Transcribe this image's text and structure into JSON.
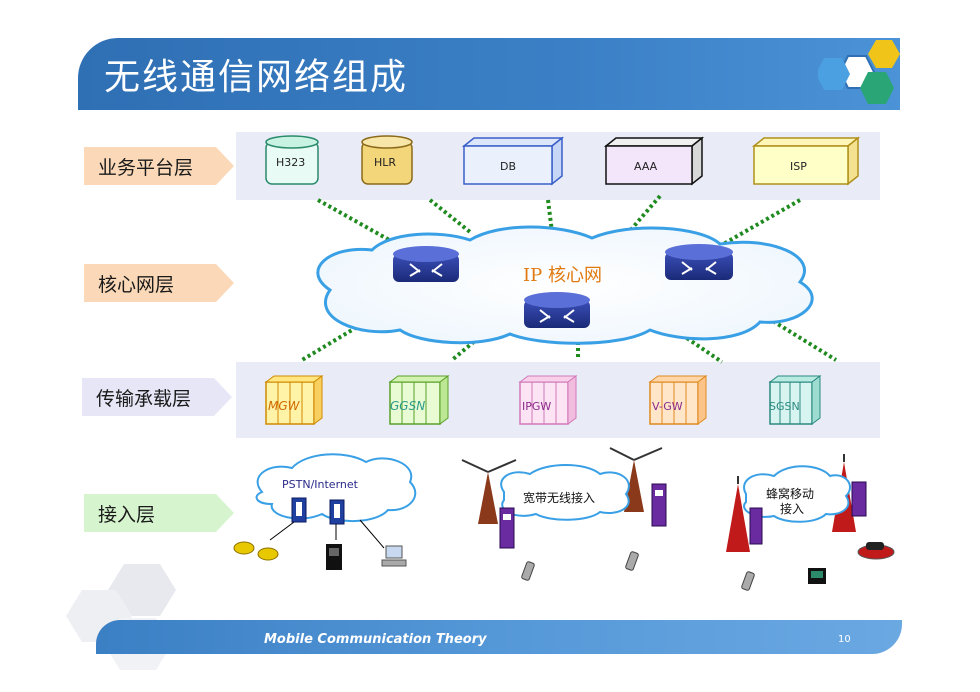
{
  "title": "无线通信网络组成",
  "layers": {
    "service": "业务平台层",
    "core": "核心网层",
    "transport": "传输承载层",
    "access": "接入层"
  },
  "service_nodes": {
    "h323": "H323",
    "hlr": "HLR",
    "db": "DB",
    "aaa": "AAA",
    "isp": "ISP"
  },
  "core": {
    "ip_label": "IP 核心网"
  },
  "transport_nodes": {
    "mgw": "MGW",
    "ggsn": "GGSN",
    "ipgw": "IPGW",
    "vgw": "V-GW",
    "sgsn": "SGSN"
  },
  "access": {
    "pstn": "PSTN/Internet",
    "broadband": "宽带无线接入",
    "cellular_line1": "蜂窝移动",
    "cellular_line2": "接入"
  },
  "footer": {
    "course": "Mobile Communication Theory",
    "page": "10"
  },
  "colors": {
    "title_bar": "#2f6fb4",
    "footer_bar": "#5598d8",
    "band": "#e9ecf7",
    "link_dots": "#1f8a1f",
    "ip_text": "#e07a10"
  }
}
